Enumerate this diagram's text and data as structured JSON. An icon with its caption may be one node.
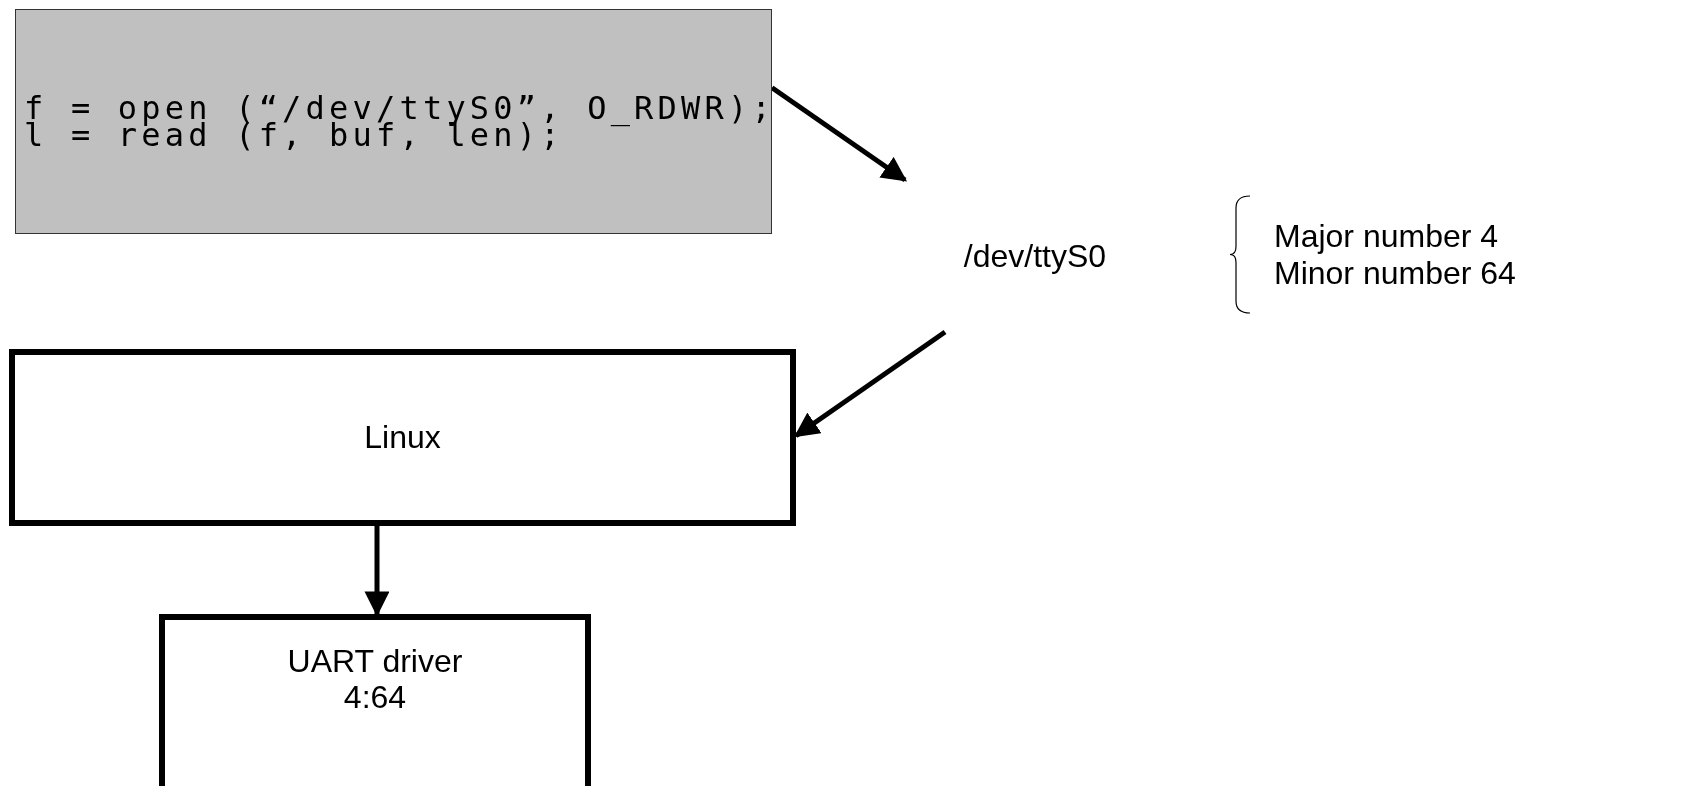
{
  "diagram": {
    "nodes": [
      {
        "text": [
          "f = open (“/dev/ttyS0”, O_RDWR);",
          "l = read (f, buf, len);"
        ]
      },
      {
        "text": [
          "/dev/ttyS0"
        ],
        "beside": [
          "Major number 4",
          "Minor number 64"
        ]
      },
      {
        "text": [
          "Linux"
        ]
      },
      {
        "text": [
          "UART driver 4:64"
        ]
      }
    ],
    "edges": [
      {
        "from": 0,
        "to": 1,
        "arrow": "to"
      },
      {
        "from": 1,
        "to": 2,
        "arrow": "to"
      },
      {
        "from": 2,
        "to": 3,
        "arrow": "to"
      }
    ]
  }
}
